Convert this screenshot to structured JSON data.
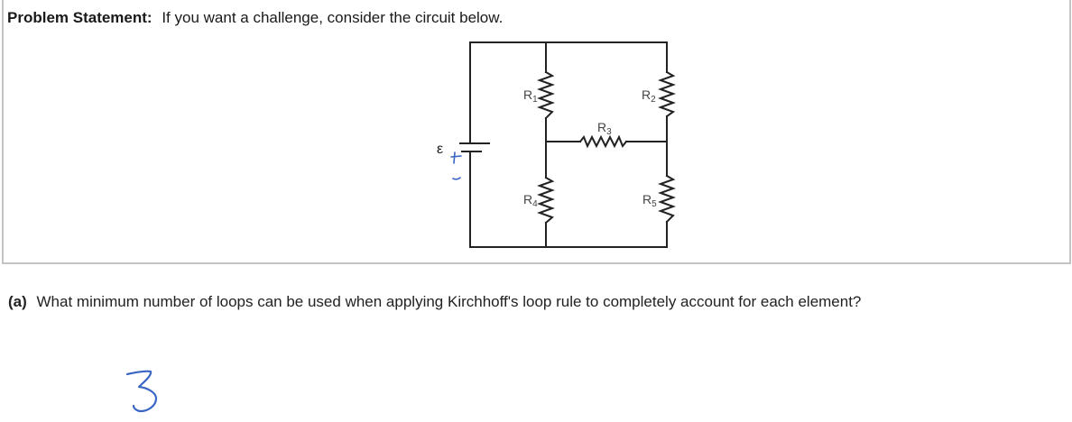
{
  "problem": {
    "label": "Problem Statement:",
    "text": "If you want a challenge, consider the circuit below."
  },
  "circuit": {
    "emf_label": "ε",
    "polarity_plus": "+",
    "polarity_minus": "-",
    "resistors": [
      {
        "id": "R1",
        "name": "R",
        "sub": "1"
      },
      {
        "id": "R2",
        "name": "R",
        "sub": "2"
      },
      {
        "id": "R3",
        "name": "R",
        "sub": "3"
      },
      {
        "id": "R4",
        "name": "R",
        "sub": "4"
      },
      {
        "id": "R5",
        "name": "R",
        "sub": "5"
      }
    ],
    "colors": {
      "wire": "#222222",
      "label": "#444444",
      "annotation": "#3a66c4"
    }
  },
  "question": {
    "label": "(a)",
    "text": "What minimum number of loops can be used when applying Kirchhoff's loop rule to completely account for each element?"
  },
  "answer": {
    "handwritten": "3",
    "color": "#3a66c4"
  }
}
